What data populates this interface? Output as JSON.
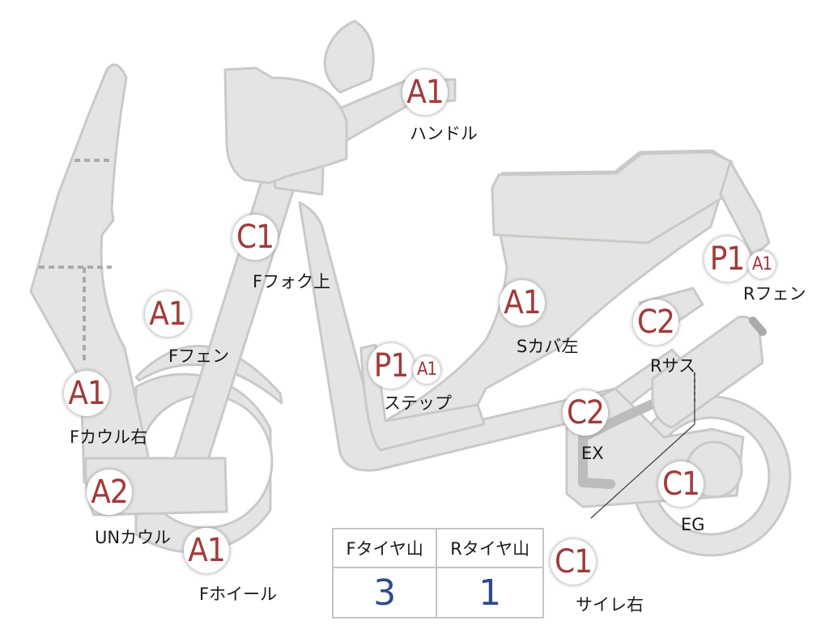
{
  "diagram": {
    "badges": [
      {
        "id": "handle",
        "grade": "A1",
        "label": "ハンドル"
      },
      {
        "id": "ffork",
        "grade": "C1",
        "label": "Fフォク上"
      },
      {
        "id": "ffender",
        "grade": "A1",
        "label": "Fフェン"
      },
      {
        "id": "fcowl",
        "grade": "A1",
        "label": "Fカウル右"
      },
      {
        "id": "uncowl",
        "grade": "A2",
        "label": "UNカウル"
      },
      {
        "id": "fwheel",
        "grade": "A1",
        "label": "Fホイール"
      },
      {
        "id": "step",
        "grade": "P1",
        "grade2": "A1",
        "label": "ステップ"
      },
      {
        "id": "scover",
        "grade": "A1",
        "label": "Sカバ左"
      },
      {
        "id": "rfender",
        "grade": "P1",
        "grade2": "A1",
        "label": "Rフェン"
      },
      {
        "id": "rsus",
        "grade": "C2",
        "label": "Rサス"
      },
      {
        "id": "ex",
        "grade": "C2",
        "label": "EX"
      },
      {
        "id": "eg",
        "grade": "C1",
        "label": "EG"
      },
      {
        "id": "silencer",
        "grade": "C1",
        "label": "サイレ右"
      }
    ]
  },
  "tire_table": {
    "front_header": "Fタイヤ山",
    "rear_header": "Rタイヤ山",
    "front_value": "3",
    "rear_value": "1"
  },
  "colors": {
    "grade": "#a23a3a",
    "tire_value": "#2f4a8c",
    "part_fill": "#e4e4e2",
    "part_stroke": "#c9c9c7"
  }
}
